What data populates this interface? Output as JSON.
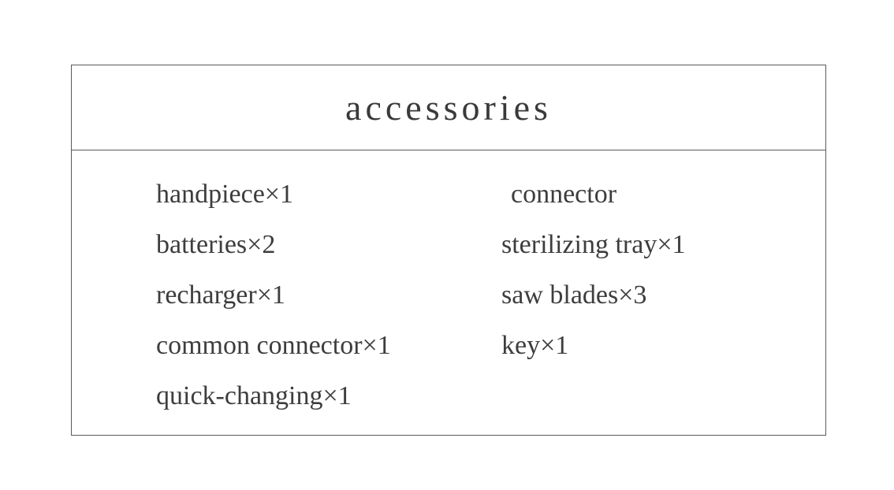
{
  "table": {
    "title": "accessories",
    "left_column": [
      "handpiece×1",
      "batteries×2",
      "recharger×1",
      "common connector×1",
      "quick-changing×1"
    ],
    "right_column": [
      "connector",
      "sterilizing tray×1",
      "saw blades×3",
      "key×1"
    ]
  },
  "colors": {
    "background": "#ffffff",
    "border": "#5a5a5a",
    "text": "#3d3d3d"
  }
}
